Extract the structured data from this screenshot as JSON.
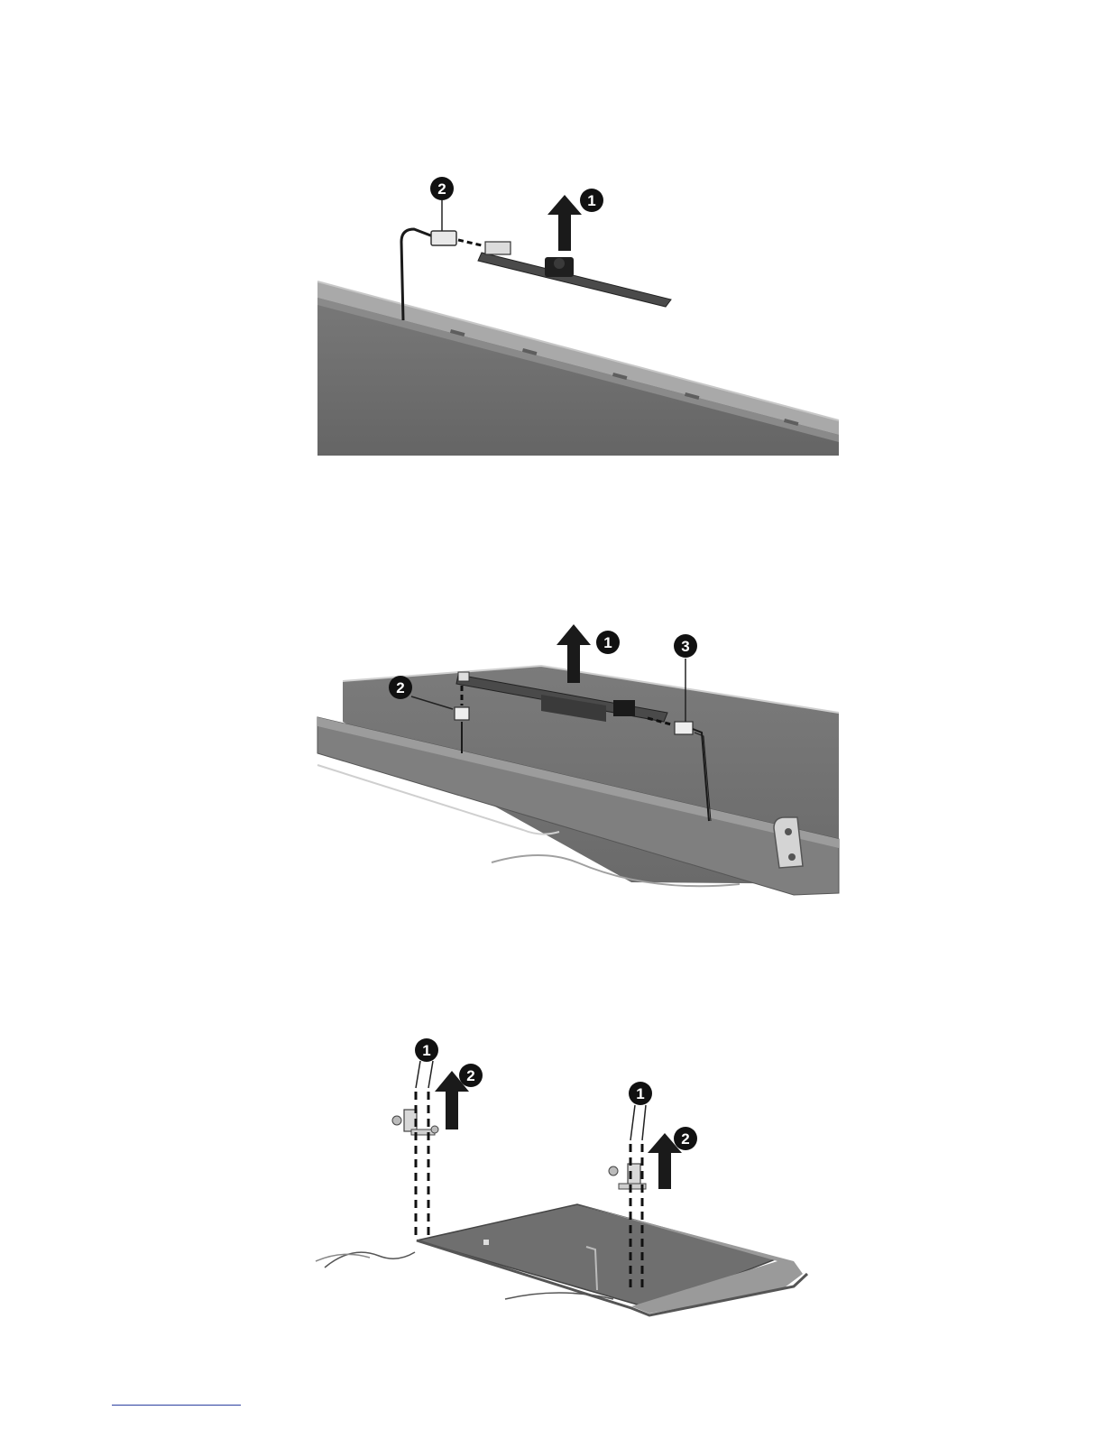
{
  "figures": [
    {
      "id": "fig1",
      "callouts": [
        "1",
        "2"
      ]
    },
    {
      "id": "fig2",
      "callouts": [
        "1",
        "2",
        "3"
      ]
    },
    {
      "id": "fig3",
      "callouts": [
        "1",
        "2",
        "1",
        "2"
      ]
    }
  ],
  "colors": {
    "panel": "#6f6f6f",
    "panel_dark": "#555555",
    "bezel": "#8c8c8c",
    "callout": "#111111",
    "arrow": "#1a1a1a",
    "footer_rule": "#2b3fa0"
  }
}
